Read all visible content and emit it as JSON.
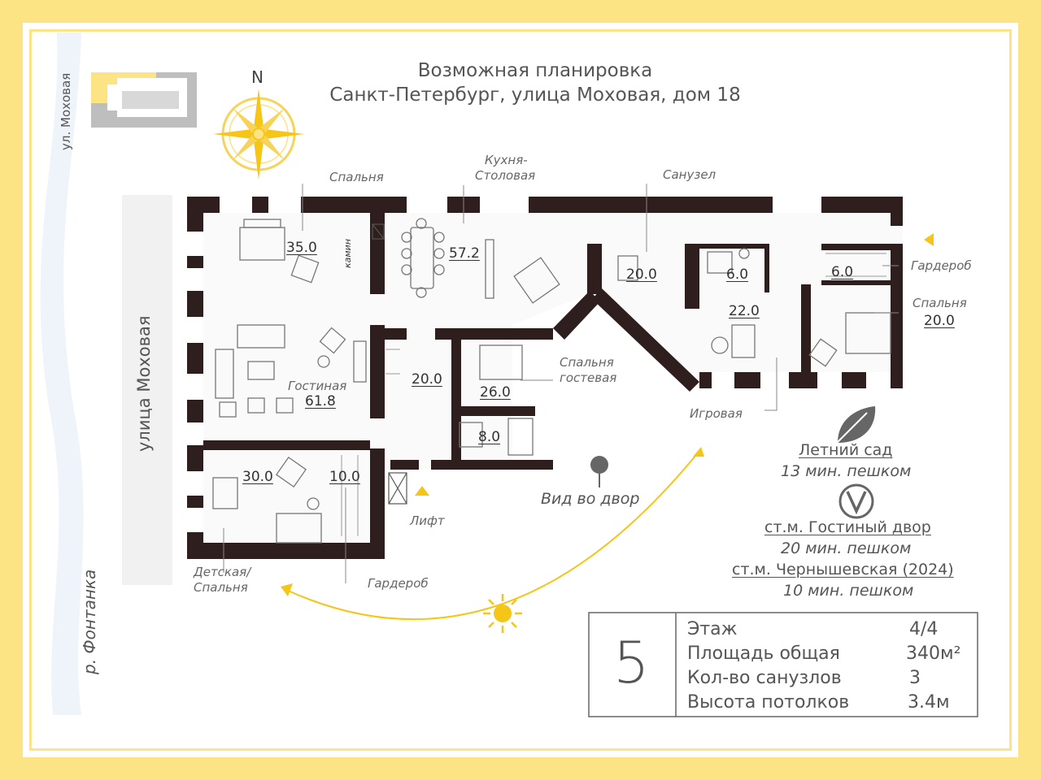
{
  "title": {
    "line1": "Возможная планировка",
    "line2": "Санкт-Петербург, улица Моховая, дом 18"
  },
  "compass_label": "N",
  "streets": {
    "small": "ул. Моховая",
    "large": "улица Моховая",
    "river": "р. Фонтанка"
  },
  "rooms": {
    "bedroom1": {
      "label": "Спальня",
      "area": "35.0"
    },
    "fireplace": "камин",
    "kitchen": {
      "label1": "Кухня-",
      "label2": "Столовая",
      "area": "57.2"
    },
    "bathroom": {
      "label": "Санузел",
      "area": "20.0"
    },
    "bath2_area": "6.0",
    "wardrobe_right": {
      "label": "Гардероб",
      "area": "6.0"
    },
    "bedroom_right": {
      "label": "Спальня",
      "area": "20.0"
    },
    "playroom": {
      "label": "Игровая",
      "area": "22.0"
    },
    "living": {
      "label": "Гостиная",
      "area": "61.8"
    },
    "hall_area": "20.0",
    "guest": {
      "label1": "Спальня",
      "label2": "гостевая",
      "area": "26.0"
    },
    "bath3_area": "8.0",
    "kids": {
      "label1": "Детская/",
      "label2": "Спальня",
      "area": "30.0"
    },
    "wardrobe_left": {
      "label": "Гардероб",
      "area": "10.0"
    },
    "lift": "Лифт"
  },
  "courtyard": "Вид во двор",
  "nearby": {
    "garden": "Летний сад",
    "garden_time": "13 мин. пешком",
    "metro1": "ст.м. Гостиный двор",
    "metro1_time": "20 мин. пешком",
    "metro2": "ст.м. Чернышевская (2024)",
    "metro2_time": "10 мин. пешком"
  },
  "specs": {
    "number": "5",
    "rows": [
      {
        "label": "Этаж",
        "value": "4/4"
      },
      {
        "label": "Площадь общая",
        "value": "340м²"
      },
      {
        "label": "Кол-во санузлов",
        "value": "3"
      },
      {
        "label": "Высота потолков",
        "value": "3.4м"
      }
    ]
  },
  "colors": {
    "accent": "#FCE383",
    "wall": "#2E1E1E",
    "sun": "#F5C518"
  }
}
